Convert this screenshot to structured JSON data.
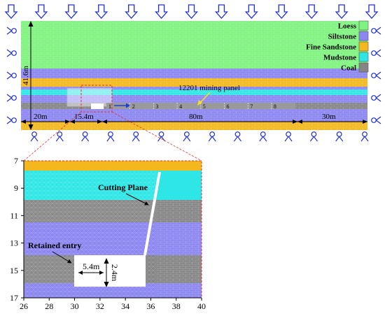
{
  "legend": [
    {
      "name": "Loess",
      "color": "#7ff27f"
    },
    {
      "name": "Siltstone",
      "color": "#8c86f0"
    },
    {
      "name": "Fine Sandstone",
      "color": "#f2b81e"
    },
    {
      "name": "Mudstone",
      "color": "#2ee6e6"
    },
    {
      "name": "Coal",
      "color": "#858585"
    }
  ],
  "model": {
    "height_label": "41.6m",
    "panel_label": "12201 mining panel",
    "section_numbers": [
      "1",
      "2",
      "3",
      "4",
      "5",
      "6",
      "7",
      "8"
    ],
    "dimensions": [
      "20m",
      "15.4m",
      "80m",
      "30m"
    ],
    "top_arrow_count": 13,
    "side_support_count": 5,
    "bottom_support_count": 14
  },
  "detail": {
    "cutting_plane_label": "Cutting Plane",
    "retained_entry_label": "Retained entry",
    "entry_width_label": "5.4m",
    "entry_height_label": "2.4m",
    "x_ticks": [
      "26",
      "28",
      "30",
      "32",
      "34",
      "36",
      "38",
      "40"
    ],
    "y_ticks": [
      "7",
      "9",
      "11",
      "13",
      "15",
      "17"
    ]
  }
}
